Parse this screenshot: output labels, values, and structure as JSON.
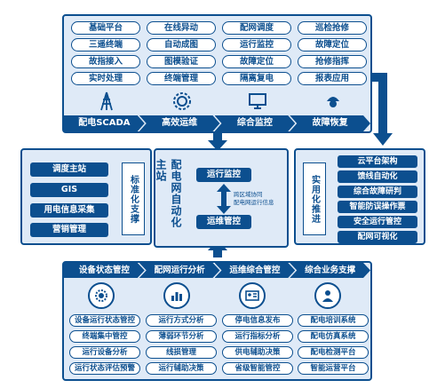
{
  "top": {
    "pills": [
      [
        "基础平台",
        "在线异动",
        "配网调度",
        "巡检抢修"
      ],
      [
        "三遥终端",
        "自动成图",
        "运行监控",
        "故障定位"
      ],
      [
        "故指接入",
        "图模验证",
        "故障定位",
        "抢修指挥"
      ],
      [
        "实时处理",
        "终端管理",
        "隔离复电",
        "报表应用"
      ]
    ],
    "bar": [
      "配电SCADA",
      "高效运维",
      "综合监控",
      "故障恢复"
    ],
    "icons": [
      "tower-icon",
      "monitor-icon",
      "worker-icon"
    ]
  },
  "left": {
    "buttons": [
      "调度主站",
      "GIS",
      "用电信息采集",
      "营销管理"
    ],
    "vertical_label": "标准化支撑"
  },
  "center": {
    "title": "配电网自动化主站",
    "btn_top": "运行监控",
    "btn_bottom": "运维管控",
    "note_line1": "跨区域协同",
    "note_line2": "配电网运行信息"
  },
  "right": {
    "vertical_label": "实用化推进",
    "buttons": [
      "云平台架构",
      "馈线自动化",
      "综合故障研判",
      "智能防误操作票",
      "安全运行管控",
      "配网可视化"
    ]
  },
  "bottom": {
    "bar": [
      "设备状态管控",
      "配网运行分析",
      "运维综合管控",
      "综合业务支撑"
    ],
    "pills": [
      [
        "设备运行状态管控",
        "运行方式分析",
        "停电信息发布",
        "配电培训系统"
      ],
      [
        "终端集中管控",
        "薄弱环节分析",
        "运行指标分析",
        "配电仿真系统"
      ],
      [
        "运行设备分析",
        "线损管理",
        "供电辅助决策",
        "配电检测平台"
      ],
      [
        "运行状态评估预警",
        "运行辅助决策",
        "省级智能管控",
        "智能运营平台"
      ]
    ]
  },
  "colors": {
    "primary": "#0c4f8f",
    "panel": "#dfeaf7"
  }
}
